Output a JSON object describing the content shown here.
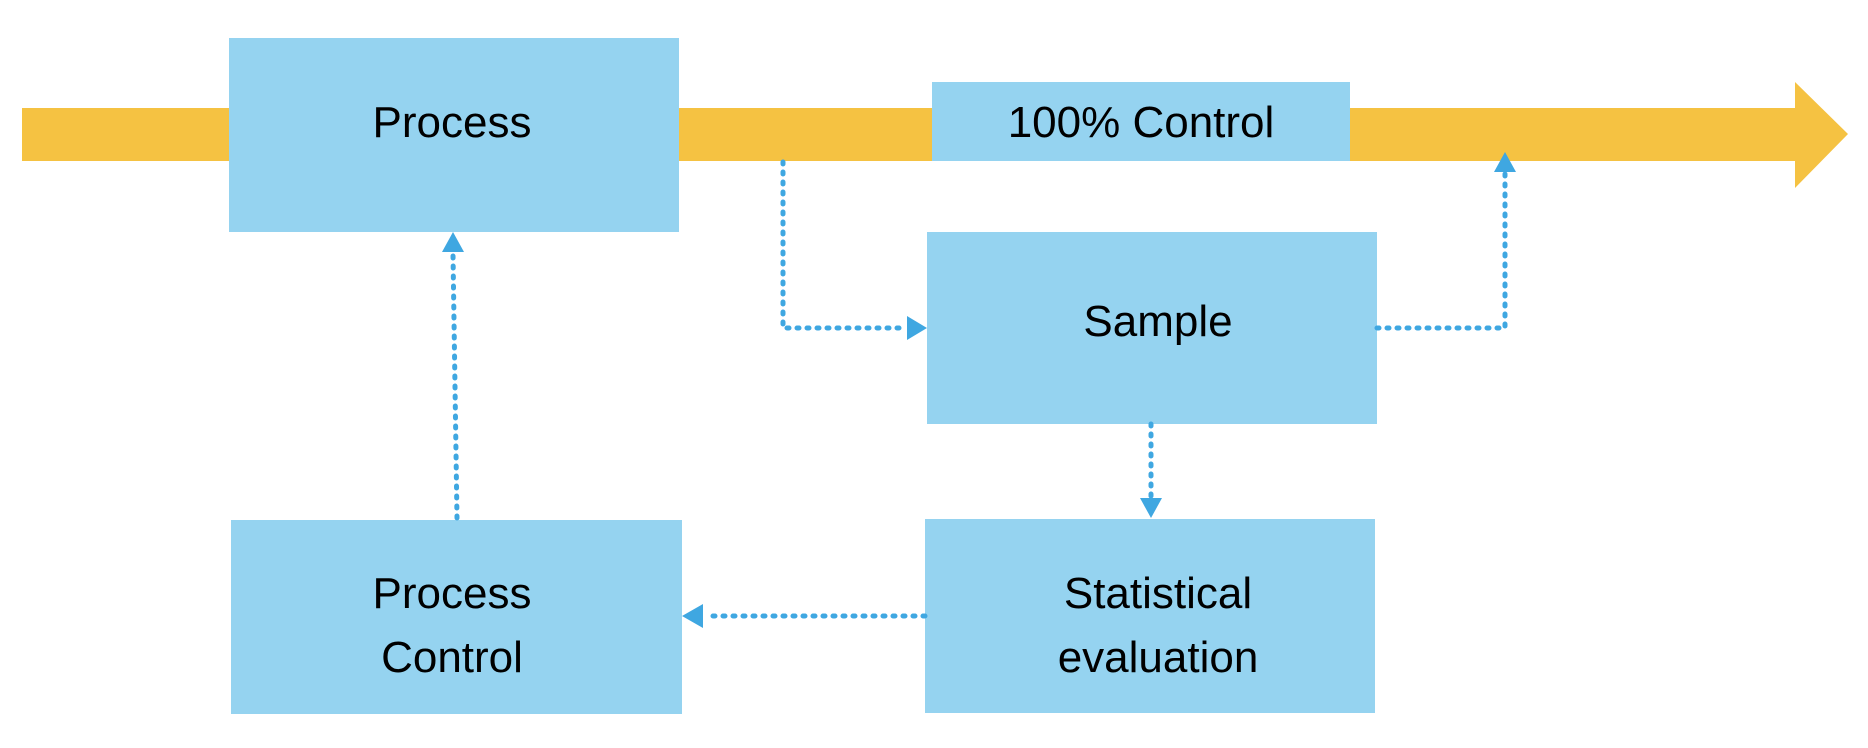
{
  "colors": {
    "flow_arrow": "#F5C242",
    "box_fill": "#95D3F0",
    "connector": "#3FA7E1",
    "text": "#000000"
  },
  "boxes": {
    "process": {
      "label": "Process"
    },
    "control_100": {
      "label": "100% Control"
    },
    "sample": {
      "label": "Sample"
    },
    "statistical_evaluation": {
      "line1": "Statistical",
      "line2": "evaluation"
    },
    "process_control": {
      "line1": "Process",
      "line2": "Control"
    }
  }
}
